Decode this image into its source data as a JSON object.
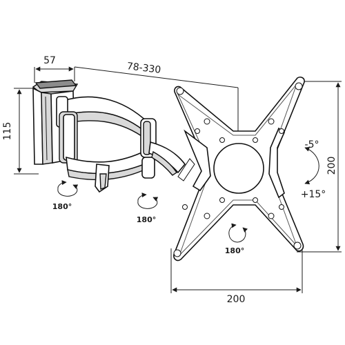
{
  "dimensions": {
    "bracket_depth": "57",
    "arm_extension": "78-330",
    "bracket_height": "115",
    "plate_height": "200",
    "plate_width": "200"
  },
  "rotations": {
    "swivel_1": "180°",
    "swivel_2": "180°",
    "plate_rotation": "180°",
    "tilt_up": "-5°",
    "tilt_down": "+15°"
  },
  "colors": {
    "line": "#1a1a1a",
    "fill_light": "#d9d9d9",
    "fill_dark": "#8c8c8c"
  }
}
